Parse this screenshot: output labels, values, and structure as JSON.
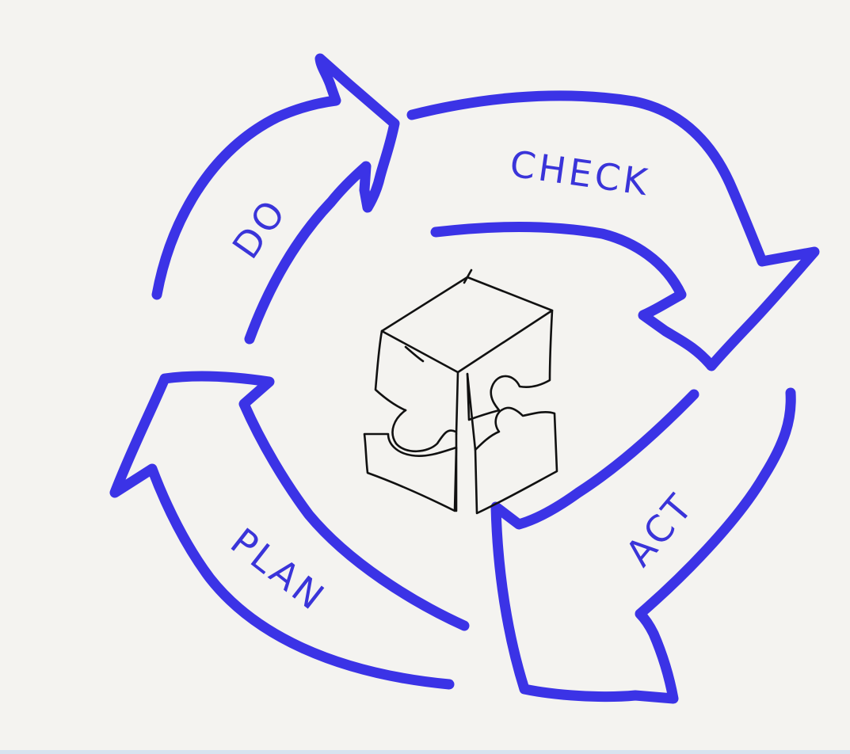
{
  "diagram": {
    "stages": [
      {
        "id": "do",
        "label": "DO"
      },
      {
        "id": "check",
        "label": "CHECK"
      },
      {
        "id": "act",
        "label": "ACT"
      },
      {
        "id": "plan",
        "label": "PLAN"
      }
    ],
    "center_icon": "puzzle-cube-icon"
  },
  "colors": {
    "arrow": "#3b33e6",
    "label": "#3a34d9",
    "sketch": "#111111",
    "background": "#f4f3f0"
  }
}
